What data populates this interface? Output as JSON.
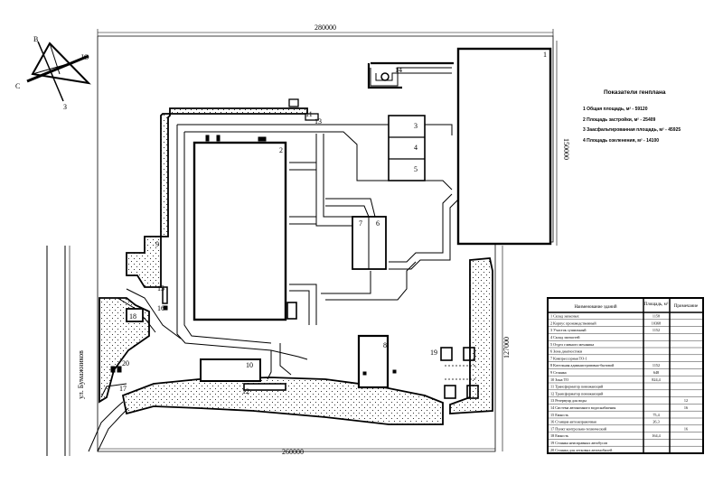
{
  "dimensions": {
    "top": "280000",
    "bottom": "260000",
    "right_upper": "150000",
    "right_lower": "127000"
  },
  "compass": {
    "n": "В",
    "e": "Ю",
    "s": "З",
    "w": "С"
  },
  "street_label": "ул. Бумажников",
  "building_labels": [
    "1",
    "2",
    "3",
    "4",
    "5",
    "6",
    "7",
    "8",
    "9",
    "10",
    "11",
    "12",
    "13",
    "14",
    "15",
    "16",
    "17",
    "18",
    "19",
    "20"
  ],
  "indicators": {
    "title": "Показатели генплана",
    "items": [
      "1 Общая площадь, м² - 59120",
      "2 Площадь застройки, м² - 25409",
      "3 Заасфальтированная площадь, м² - 45925",
      "4 Площадь озеленения, м² - 14100"
    ]
  },
  "table": {
    "headers": [
      "Наименование зданий",
      "Площадь, м²",
      "Примечание"
    ],
    "rows": [
      [
        "1 Склад запасных",
        "1158",
        ""
      ],
      [
        "2 Корпус производственный",
        "10368",
        ""
      ],
      [
        "3 Участок сушильный",
        "1152",
        ""
      ],
      [
        "4 Склад запчастей",
        "",
        ""
      ],
      [
        "5 Отдел главного механика",
        "",
        ""
      ],
      [
        "6 Зона диагностики",
        "",
        ""
      ],
      [
        "7 Компрессорная ТО-1",
        "",
        ""
      ],
      [
        "8 Котельная административно-бытовой",
        "1152",
        ""
      ],
      [
        "9 Стоянка",
        "648",
        ""
      ],
      [
        "10 Зона ТО",
        "824,4",
        ""
      ],
      [
        "11 Трансформатор понижающий",
        "",
        ""
      ],
      [
        "12 Трансформатор понижающий",
        "",
        ""
      ],
      [
        "13 Резервуар для воды",
        "",
        "12"
      ],
      [
        "14 Система автономного водоснабжения",
        "",
        "16"
      ],
      [
        "15 Емкость",
        "75,4",
        ""
      ],
      [
        "16 Станция автозаправочная",
        "26,3",
        ""
      ],
      [
        "17 Пункт контрольно-технический",
        "",
        "16"
      ],
      [
        "18 Емкость",
        "164,4",
        ""
      ],
      [
        "19 Стоянка неисправных автобусов",
        "",
        ""
      ],
      [
        "20 Стоянка для легковых автомобилей",
        "",
        ""
      ]
    ]
  }
}
